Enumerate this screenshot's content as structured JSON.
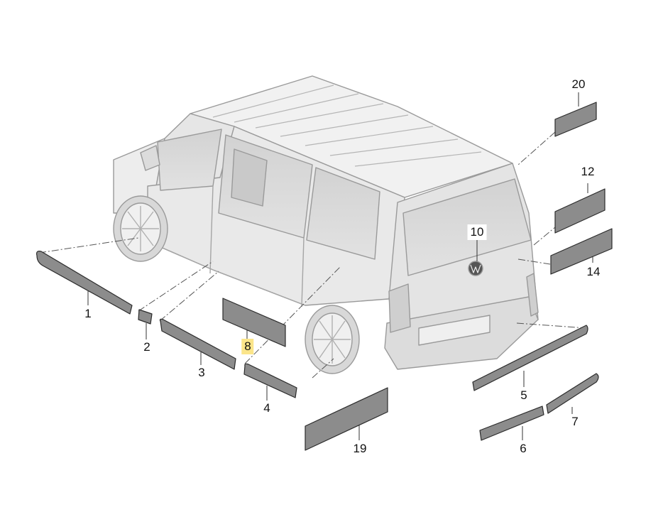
{
  "diagram": {
    "callouts": [
      {
        "id": "1",
        "label": "1",
        "highlighted": false
      },
      {
        "id": "2",
        "label": "2",
        "highlighted": false
      },
      {
        "id": "3",
        "label": "3",
        "highlighted": false
      },
      {
        "id": "4",
        "label": "4",
        "highlighted": false
      },
      {
        "id": "5",
        "label": "5",
        "highlighted": false
      },
      {
        "id": "6",
        "label": "6",
        "highlighted": false
      },
      {
        "id": "7",
        "label": "7",
        "highlighted": false
      },
      {
        "id": "8",
        "label": "8",
        "highlighted": true
      },
      {
        "id": "10",
        "label": "10",
        "highlighted": false
      },
      {
        "id": "12",
        "label": "12",
        "highlighted": false
      },
      {
        "id": "14",
        "label": "14",
        "highlighted": false
      },
      {
        "id": "19",
        "label": "19",
        "highlighted": false
      },
      {
        "id": "20",
        "label": "20",
        "highlighted": false
      }
    ],
    "colors": {
      "part_fill": "#8c8c8c",
      "part_stroke": "#2b2b2b",
      "van_fill": "#e9e9e9",
      "van_line": "#9a9a9a",
      "highlight": "#fbe58a"
    }
  }
}
